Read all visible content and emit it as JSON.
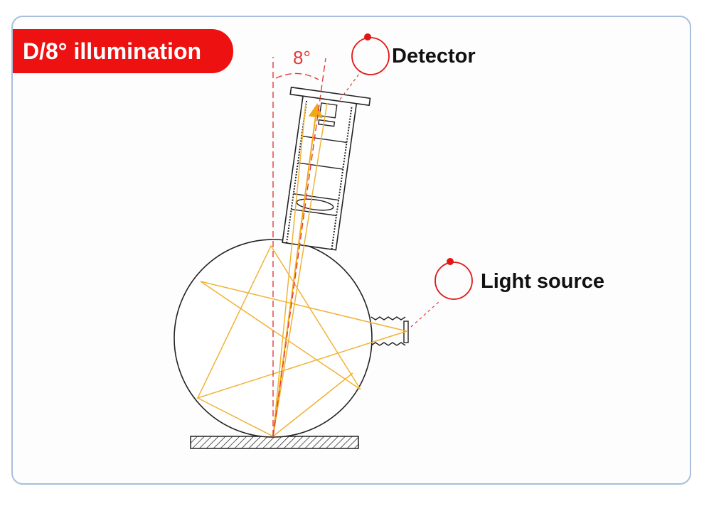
{
  "title": "D/8° illumination",
  "angle_label": "8°",
  "labels": {
    "detector": "Detector",
    "light_source": "Light source"
  },
  "colors": {
    "title_bg": "#ee1111",
    "frame_border": "#a9bfdc",
    "ray": "#f0b336",
    "guide": "#e33b3b",
    "marker": "#e31414",
    "outline": "#222222"
  }
}
